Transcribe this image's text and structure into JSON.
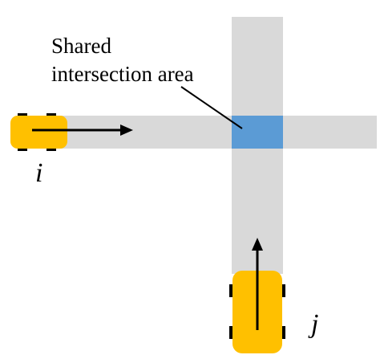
{
  "annotation": {
    "line1": "Shared",
    "line2": "intersection area"
  },
  "vehicles": {
    "i": {
      "label": "i",
      "heading": "east"
    },
    "j": {
      "label": "j",
      "heading": "north"
    }
  },
  "colors": {
    "road": "#d9d9d9",
    "shared_area": "#5b9bd5",
    "vehicle_body": "#ffc000",
    "wheel": "#000000",
    "arrow": "#000000",
    "text": "#000000"
  }
}
